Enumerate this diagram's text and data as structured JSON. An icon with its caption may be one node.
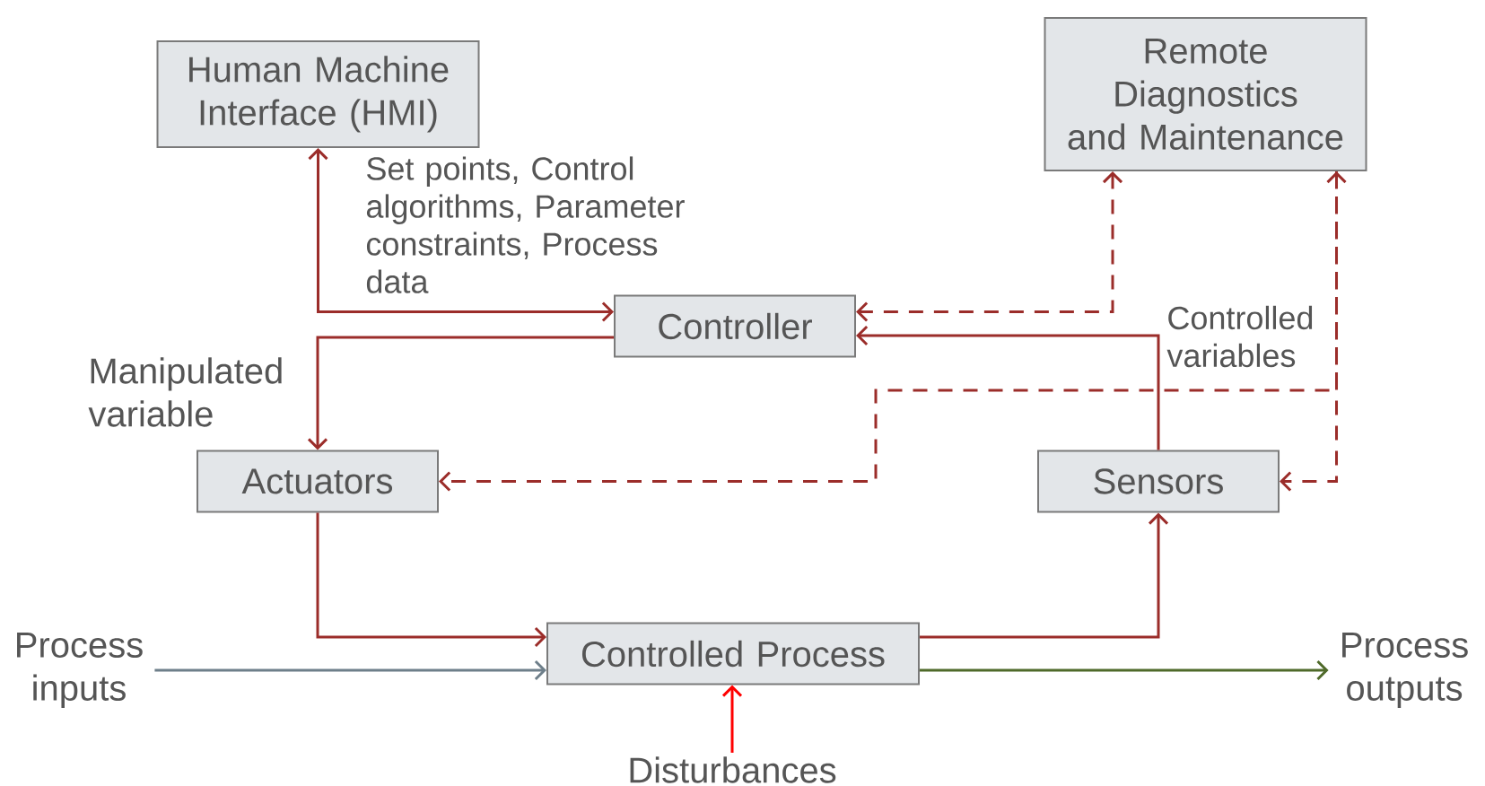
{
  "diagram": {
    "nodes": [
      {
        "text": [
          "Human Machine Interface (HMI)"
        ]
      },
      {
        "text": [
          "Remote Diagnostics and Maintenance"
        ]
      },
      {
        "text": [
          "Controller"
        ]
      },
      {
        "text": [
          "Actuators"
        ]
      },
      {
        "text": [
          "Sensors"
        ]
      },
      {
        "text": [
          "Controlled Process"
        ]
      },
      {
        "text": [
          "Process inputs"
        ]
      },
      {
        "text": [
          "Process outputs"
        ]
      },
      {
        "text": [
          "Disturbances"
        ]
      }
    ],
    "edges": [
      {
        "from": 0,
        "to": 2,
        "arrow": "both",
        "label": "Set points, Control algorithms, Parameter constraints, Process data"
      },
      {
        "from": 2,
        "to": 3,
        "arrow": "to",
        "label": "Manipulated variable"
      },
      {
        "from": 4,
        "to": 2,
        "arrow": "to",
        "label": "Controlled variables"
      },
      {
        "from": 1,
        "to": 2,
        "arrow": "both",
        "style": "dashed"
      },
      {
        "from": 1,
        "to": 4,
        "arrow": "both",
        "style": "dashed"
      },
      {
        "from": 1,
        "to": 3,
        "arrow": "to",
        "style": "dashed"
      },
      {
        "from": 3,
        "to": 5,
        "arrow": "to"
      },
      {
        "from": 5,
        "to": 4,
        "arrow": "to"
      },
      {
        "from": 6,
        "to": 5,
        "arrow": "to",
        "color": "#6e7f8a"
      },
      {
        "from": 5,
        "to": 7,
        "arrow": "to",
        "color": "#4f6a2a"
      },
      {
        "from": 8,
        "to": 5,
        "arrow": "to",
        "color": "#ff0000"
      }
    ]
  }
}
